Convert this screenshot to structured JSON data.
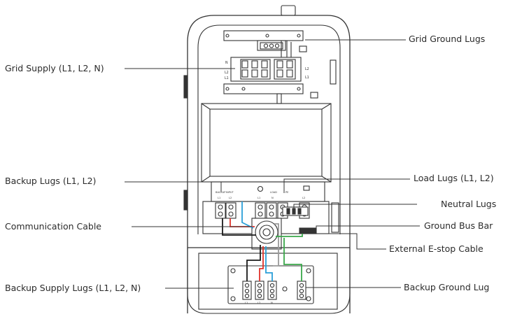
{
  "labels": {
    "grid_ground_lugs": "Grid Ground Lugs",
    "grid_supply": "Grid Supply (L1, L2, N)",
    "backup_lugs": "Backup Lugs (L1, L2)",
    "load_lugs": "Load Lugs (L1, L2)",
    "neutral_lugs": "Neutral Lugs",
    "communication_cable": "Communication Cable",
    "ground_bus_bar": "Ground Bus Bar",
    "external_estop_cable": "External E-stop Cable",
    "backup_supply_lugs": "Backup Supply Lugs (L1, L2, N)",
    "backup_ground_lug": "Backup Ground Lug"
  },
  "breaker_labels": {
    "left_n": "N",
    "left_l2": "L2",
    "left_l1": "L1",
    "right_l2": "L2",
    "right_l1": "L1"
  },
  "terminal_labels": {
    "backup": "BACKUP",
    "input": "INPUT",
    "t_l1": "L1",
    "t_l2": "L2",
    "load": "LOAD",
    "pe": "PE",
    "ld_l1": "L1",
    "ld_n": "N",
    "ld_l2": "L2"
  },
  "bottom_labels": {
    "b_l1": "L1",
    "b_l2": "L2",
    "b_n": "N"
  },
  "wire_colors": {
    "black": "#1a1a1a",
    "red": "#e0332b",
    "blue": "#2a9fd8",
    "green": "#3aa84a",
    "gray": "#9a9a9a"
  }
}
